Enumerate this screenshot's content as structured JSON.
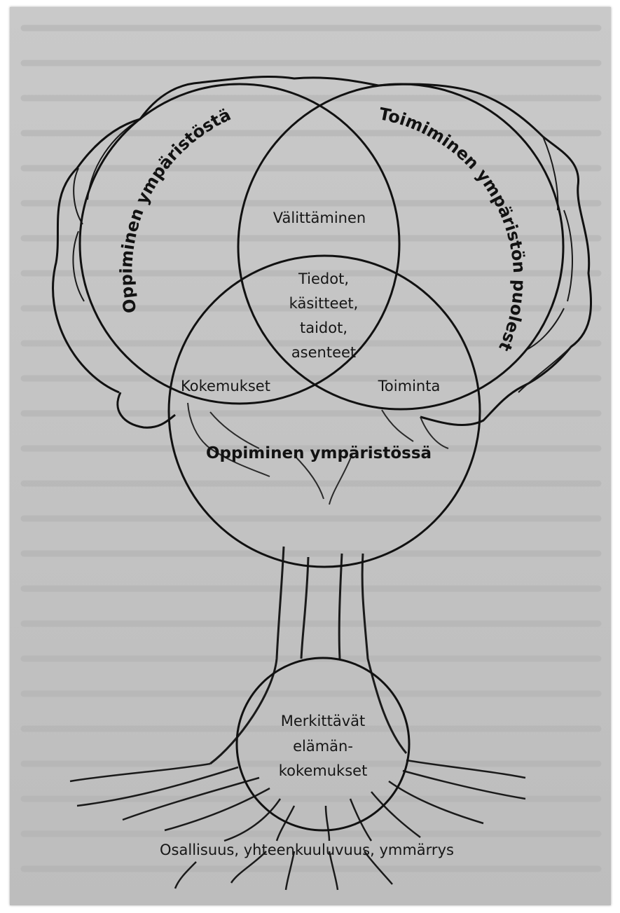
{
  "diagram": {
    "circle_labels": {
      "left": "Oppiminen ympäristöstä",
      "right": "Toimiminen ympäristön puolesta",
      "bottom": "Oppiminen ympäristössä",
      "root_circle": "Merkittävät elämän- kokemukset"
    },
    "overlaps": {
      "top": "Välittäminen",
      "center": [
        "Tiedot,",
        "käsitteet,",
        "taidot,",
        "asenteet"
      ],
      "left": "Kokemukset",
      "right": "Toiminta"
    },
    "root_circle_lines": [
      "Merkittävät",
      "elämän-",
      "kokemukset"
    ],
    "base_label": "Osallisuus, yhteenkuuluvuus, ymmärrys"
  }
}
